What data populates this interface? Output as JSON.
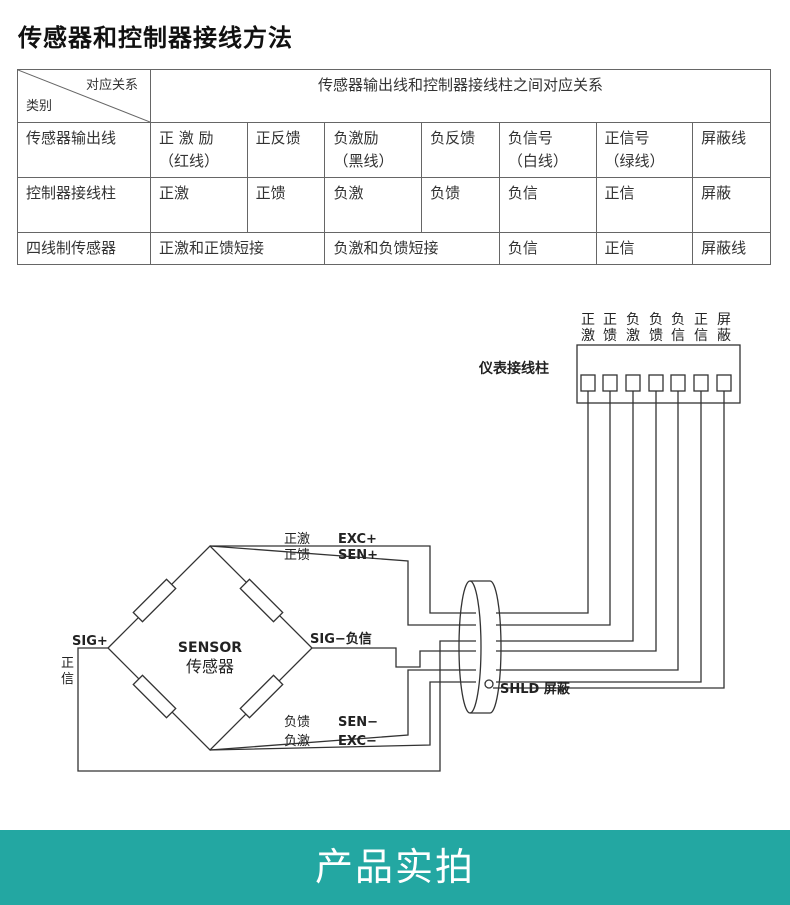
{
  "page": {
    "title": "传感器和控制器接线方法"
  },
  "table": {
    "corner_right": "对应关系",
    "corner_left": "类别",
    "header": "传感器输出线和控制器接线柱之间对应关系",
    "rows": [
      {
        "label": "传感器输出线",
        "cells": [
          {
            "main": "正 激 励",
            "sub": "（红线）"
          },
          {
            "main": "正反馈",
            "sub": ""
          },
          {
            "main": "负激励",
            "sub": "（黑线）"
          },
          {
            "main": "负反馈",
            "sub": ""
          },
          {
            "main": "负信号",
            "sub": "（白线）"
          },
          {
            "main": "正信号",
            "sub": "（绿线）"
          },
          {
            "main": "屏蔽线",
            "sub": ""
          }
        ]
      },
      {
        "label": "控制器接线柱",
        "cells": [
          "正激",
          "正馈",
          "负激",
          "负馈",
          "负信",
          "正信",
          "屏蔽"
        ]
      },
      {
        "label": "四线制传感器",
        "cells": [
          "正激和正馈短接",
          "负激和负馈短接",
          "负信",
          "正信",
          "屏蔽线"
        ]
      }
    ]
  },
  "diagram": {
    "terminal_block_label": "仪表接线柱",
    "terminals": [
      {
        "top": "正",
        "bottom": "激"
      },
      {
        "top": "正",
        "bottom": "馈"
      },
      {
        "top": "负",
        "bottom": "激"
      },
      {
        "top": "负",
        "bottom": "馈"
      },
      {
        "top": "负",
        "bottom": "信"
      },
      {
        "top": "正",
        "bottom": "信"
      },
      {
        "top": "屏",
        "bottom": "蔽"
      }
    ],
    "sensor_en": "SENSOR",
    "sensor_cn": "传感器",
    "wires": {
      "exc_plus_cn": "正激",
      "exc_plus_en": "EXC+",
      "sen_plus_cn": "正馈",
      "sen_plus_en": "SEN+",
      "sen_minus_cn": "负馈",
      "sen_minus_en": "SEN−",
      "exc_minus_cn": "负激",
      "exc_minus_en": "EXC−",
      "sig_plus": "SIG+",
      "sig_minus": "SIG−负信",
      "sig_plus_side_1": "正",
      "sig_plus_side_2": "信",
      "shld": "SHLD 屏蔽"
    }
  },
  "banner": {
    "text": "产品实拍"
  }
}
